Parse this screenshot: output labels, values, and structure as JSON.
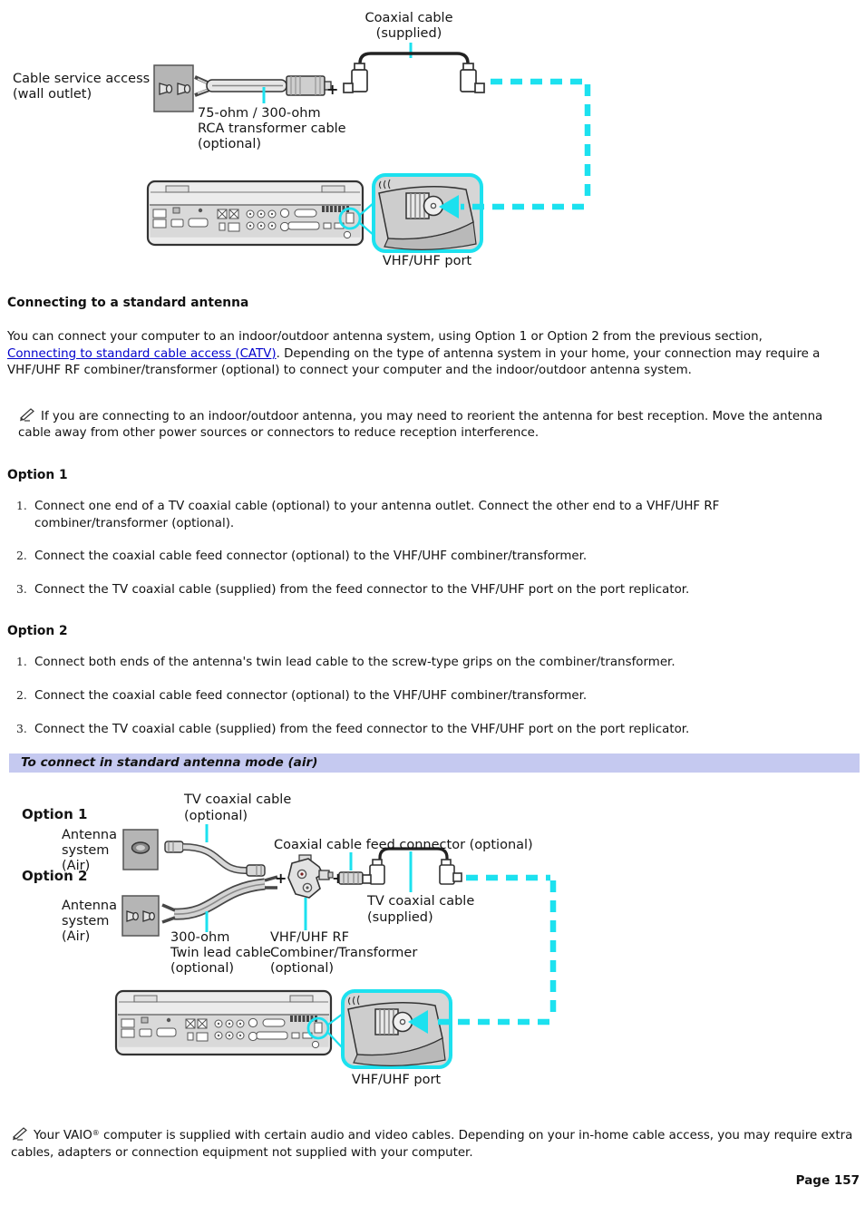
{
  "shared": {
    "plus": "+",
    "port_label": "VHF/UHF port"
  },
  "diagram1": {
    "coax_label_1": "Coaxial cable",
    "coax_label_2": "(supplied)",
    "wall_label_1": "Cable service access",
    "wall_label_2": "(wall outlet)",
    "xfmr_label_1": "75-ohm / 300-ohm",
    "xfmr_label_2": "RCA transformer cable",
    "xfmr_label_3": "(optional)"
  },
  "section": {
    "heading": "Connecting to a standard antenna",
    "intro_pre": "You can connect your computer to an indoor/outdoor antenna system, using Option 1 or Option 2 from the previous section, ",
    "intro_link": "Connecting to standard cable access (CATV)",
    "intro_post": ". Depending on the type of antenna system in your home, your connection may require a VHF/UHF RF combiner/transformer (optional) to connect your computer and the indoor/outdoor antenna system."
  },
  "notes": {
    "note1": "If you are connecting to an indoor/outdoor antenna, you may need to reorient the antenna for best reception. Move the antenna cable away from other power sources or connectors to reduce reception interference.",
    "note2_pre": "Your VAIO",
    "note2_sup": "®",
    "note2_post": " computer is supplied with certain audio and video cables. Depending on your in-home cable access, you may require extra cables, adapters or connection equipment not supplied with your computer."
  },
  "option1": {
    "heading": "Option 1",
    "steps": [
      {
        "num": "1.",
        "text": "Connect one end of a TV coaxial cable (optional) to your antenna outlet. Connect the other end to a VHF/UHF RF combiner/transformer (optional)."
      },
      {
        "num": "2.",
        "text": "Connect the coaxial cable feed connector (optional) to the VHF/UHF combiner/transformer."
      },
      {
        "num": "3.",
        "text": "Connect the TV coaxial cable (supplied) from the feed connector to the VHF/UHF port on the port replicator."
      }
    ]
  },
  "option2": {
    "heading": "Option 2",
    "steps": [
      {
        "num": "1.",
        "text": "Connect both ends of the antenna's twin lead cable to the screw-type grips on the combiner/transformer."
      },
      {
        "num": "2.",
        "text": "Connect the coaxial cable feed connector (optional) to the VHF/UHF combiner/transformer."
      },
      {
        "num": "3.",
        "text": "Connect the TV coaxial cable (supplied) from the feed connector to the VHF/UHF port on the port replicator."
      }
    ]
  },
  "banner": {
    "text": "To connect in standard antenna mode (air)"
  },
  "diagram2": {
    "option1_label": "Option 1",
    "option2_label": "Option 2",
    "antenna_1": "Antenna",
    "antenna_2": "system",
    "antenna_3": "(Air)",
    "tv_opt_1": "TV coaxial cable",
    "tv_opt_2": "(optional)",
    "feed_label": "Coaxial cable feed connector (optional)",
    "tv_sup_1": "TV coaxial cable",
    "tv_sup_2": "(supplied)",
    "twin_1": "300-ohm",
    "twin_2": "Twin lead cable",
    "twin_3": "(optional)",
    "comb_1": "VHF/UHF RF",
    "comb_2": "Combiner/Transformer",
    "comb_3": "(optional)"
  },
  "footer": {
    "page_label": "Page 157"
  },
  "colors": {
    "accent_cyan": "#1ce1ef",
    "banner_bg": "#c5c9f0",
    "link_blue": "#0000cc"
  }
}
